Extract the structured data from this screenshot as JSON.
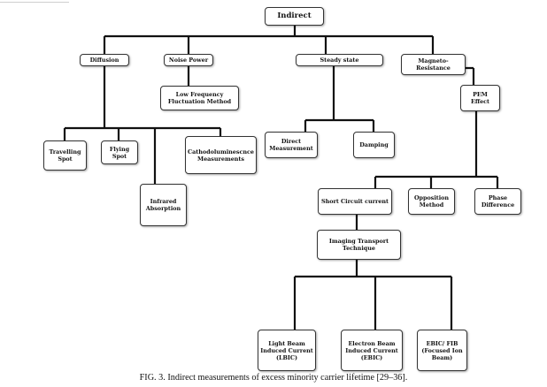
{
  "nodes": {
    "indirect": "Indirect",
    "diffusion": "Diffusion",
    "noise_power": "Noise Power",
    "steady_state": "Steady state",
    "magneto_resistance": "Magneto-\nResistance",
    "low_frequency": "Low Frequency\nFluctuation Method",
    "pem_effect": "PEM\nEffect",
    "travelling_spot": "Travelling\nSpot",
    "flying_spot": "Flying\nSpot",
    "cathodoluminescence": "Cathodoluminescnce\nMeasurements",
    "infrared_absorption": "Infrared\nAbsorption",
    "direct_measurement": "Direct\nMeasurement",
    "damping": "Damping",
    "short_circuit": "Short Circuit current",
    "opposition_method": "Opposition\nMethod",
    "phase_difference": "Phase\nDifference",
    "imaging_transport": "Imaging Transport\nTechnique",
    "lbic": "Light Beam\nInduced Current\n(LBIC)",
    "ebic": "Electron Beam\nInduced Current\n(EBIC)",
    "ebic_fib": "EBIC/ FIB\n(Focused Ion\nBeam)"
  },
  "caption": "FIG. 3. Indirect measurements of excess minority carrier lifetime [29–36]."
}
